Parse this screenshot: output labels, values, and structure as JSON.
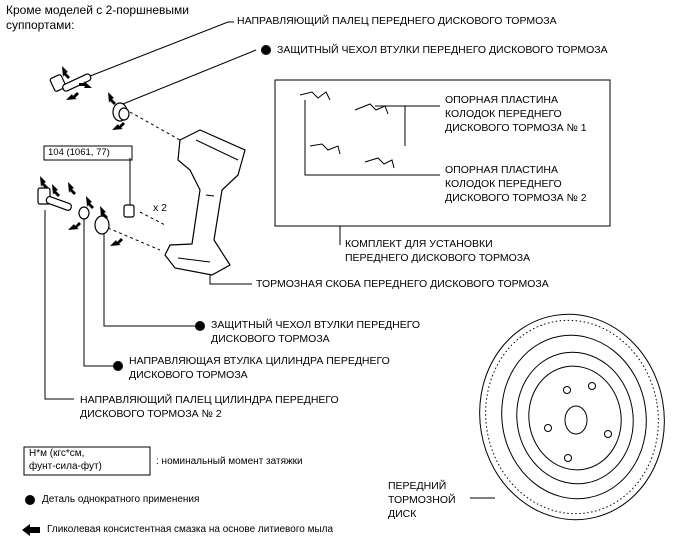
{
  "header_note": "Кроме моделей с 2-поршневыми\nсуппортами:",
  "labels": {
    "guide_pin_front": "НАПРАВЛЯЮЩИЙ ПАЛЕЦ ПЕРЕДНЕГО ДИСКОВОГО ТОРМОЗА",
    "bushing_boot_top": "ЗАЩИТНЫЙ ЧЕХОЛ ВТУЛКИ ПЕРЕДНЕГО ДИСКОВОГО ТОРМОЗА",
    "support_plate_1": "ОПОРНАЯ ПЛАСТИНА\nКОЛОДОК ПЕРЕДНЕГО\nДИСКОВОГО ТОРМОЗА № 1",
    "support_plate_2": "ОПОРНАЯ ПЛАСТИНА\nКОЛОДОК ПЕРЕДНЕГО\nДИСКОВОГО ТОРМОЗА № 2",
    "install_kit": "КОМПЛЕКТ ДЛЯ УСТАНОВКИ\nПЕРЕДНЕГО ДИСКОВОГО ТОРМОЗА",
    "caliper_bracket": "ТОРМОЗНАЯ СКОБА ПЕРЕДНЕГО ДИСКОВОГО ТОРМОЗА",
    "bushing_boot_mid": "ЗАЩИТНЫЙ ЧЕХОЛ ВТУЛКИ ПЕРЕДНЕГО\nДИСКОВОГО ТОРМОЗА",
    "cylinder_guide_bush": "НАПРАВЛЯЮЩАЯ ВТУЛКА ЦИЛИНДРА ПЕРЕДНЕГО\nДИСКОВОГО ТОРМОЗА",
    "cylinder_guide_pin2": "НАПРАВЛЯЮЩИЙ ПАЛЕЦ ЦИЛИНДРА ПЕРЕДНЕГО\nДИСКОВОГО ТОРМОЗА № 2",
    "disc": "ПЕРЕДНИЙ\nТОРМОЗНОЙ\nДИСК"
  },
  "torque_spec": "104 (1061, 77)",
  "quantity": "x 2",
  "legend": {
    "torque_units": "Н*м (кгс*см,\nфунт-сила-фут)",
    "torque_desc": ": номинальный момент затяжки",
    "single_use": "Деталь однократного применения",
    "grease": "Гликолевая консистентная смазка на основе литиевого мыла"
  }
}
